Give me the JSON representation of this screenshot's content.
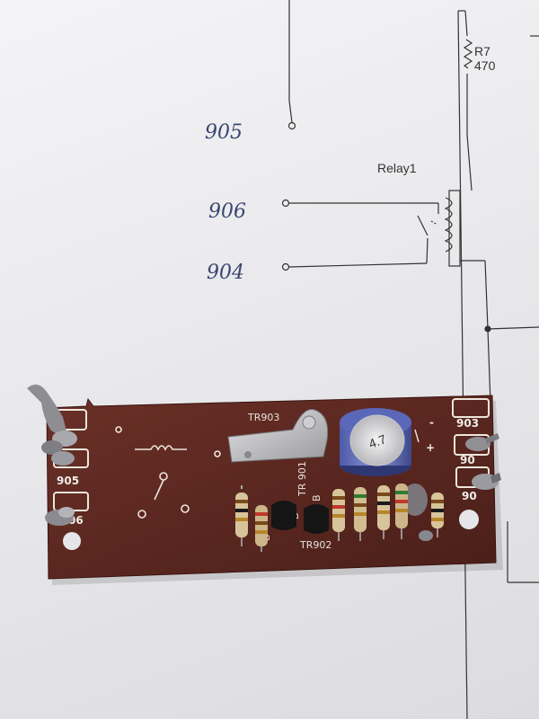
{
  "handwritten": {
    "label_905": "905",
    "label_906": "906",
    "label_904": "904"
  },
  "schematic": {
    "relay_label": "Relay1",
    "resistor_name": "R7",
    "resistor_value": "470"
  },
  "pcb": {
    "pad_labels": {
      "left_905": "905",
      "left_906": "06",
      "right_903": "903",
      "right_90a": "90",
      "right_90b": "90"
    },
    "component_labels": {
      "tr903": "TR903",
      "tr901": "TR 901",
      "tr902": "TR902",
      "b1": "B",
      "b2": "B",
      "b3": "B",
      "capacitor_text": "4.7"
    },
    "polarity": {
      "minus": "-",
      "plus": "+"
    }
  },
  "colors": {
    "ink": "#3a4670",
    "pcb": "#5e2a22",
    "paper": "#ededf0"
  }
}
